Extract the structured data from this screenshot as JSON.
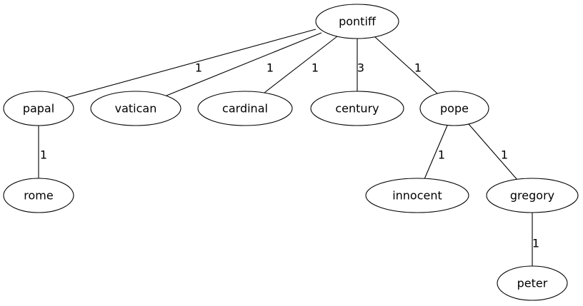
{
  "graph": {
    "nodes": [
      {
        "id": "pontiff",
        "label": "pontiff"
      },
      {
        "id": "papal",
        "label": "papal"
      },
      {
        "id": "vatican",
        "label": "vatican"
      },
      {
        "id": "cardinal",
        "label": "cardinal"
      },
      {
        "id": "century",
        "label": "century"
      },
      {
        "id": "pope",
        "label": "pope"
      },
      {
        "id": "rome",
        "label": "rome"
      },
      {
        "id": "innocent",
        "label": "innocent"
      },
      {
        "id": "gregory",
        "label": "gregory"
      },
      {
        "id": "peter",
        "label": "peter"
      }
    ],
    "edges": [
      {
        "source": "pontiff",
        "target": "papal",
        "weight": "1"
      },
      {
        "source": "pontiff",
        "target": "vatican",
        "weight": "1"
      },
      {
        "source": "pontiff",
        "target": "cardinal",
        "weight": "1"
      },
      {
        "source": "pontiff",
        "target": "century",
        "weight": "3"
      },
      {
        "source": "pontiff",
        "target": "pope",
        "weight": "1"
      },
      {
        "source": "papal",
        "target": "rome",
        "weight": "1"
      },
      {
        "source": "pope",
        "target": "innocent",
        "weight": "1"
      },
      {
        "source": "pope",
        "target": "gregory",
        "weight": "1"
      },
      {
        "source": "gregory",
        "target": "peter",
        "weight": "1"
      }
    ]
  }
}
